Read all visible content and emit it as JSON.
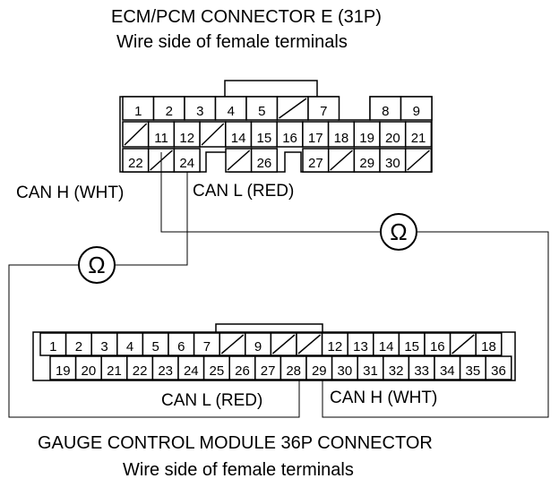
{
  "ecm": {
    "title": "ECM/PCM CONNECTOR E (31P)",
    "subtitle": "Wire side of female terminals",
    "row1": [
      "1",
      "2",
      "3",
      "4",
      "5",
      "",
      "7",
      "8",
      "9"
    ],
    "row2": [
      "",
      "11",
      "12",
      "",
      "14",
      "15",
      "16",
      "17",
      "18",
      "19",
      "20",
      "21"
    ],
    "row3": [
      "22",
      "",
      "24",
      "",
      "26",
      "27",
      "",
      "29",
      "30",
      ""
    ]
  },
  "gauge": {
    "title": "GAUGE CONTROL MODULE 36P CONNECTOR",
    "subtitle": "Wire side of female terminals",
    "row1": [
      "1",
      "2",
      "3",
      "4",
      "5",
      "6",
      "7",
      "",
      "9",
      "",
      "",
      "12",
      "13",
      "14",
      "15",
      "16",
      "",
      "18"
    ],
    "row2": [
      "19",
      "20",
      "21",
      "22",
      "23",
      "24",
      "25",
      "26",
      "27",
      "28",
      "29",
      "30",
      "31",
      "32",
      "33",
      "34",
      "35",
      "36"
    ]
  },
  "wires": {
    "ecm_can_h": "CAN H (WHT)",
    "ecm_can_l": "CAN L (RED)",
    "gauge_can_l": "CAN L (RED)",
    "gauge_can_h": "CAN H (WHT)"
  },
  "meters": {
    "symbol": "Ω"
  }
}
